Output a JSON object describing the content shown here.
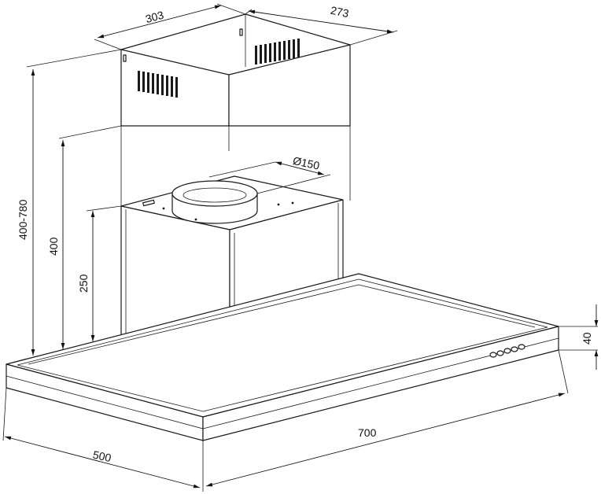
{
  "dimensions": {
    "chimney_width": "303",
    "chimney_depth": "273",
    "duct_diameter": "Ø150",
    "height_range": "400-780",
    "height_400": "400",
    "height_250": "250",
    "canopy_thickness": "40",
    "width": "700",
    "depth": "500"
  }
}
